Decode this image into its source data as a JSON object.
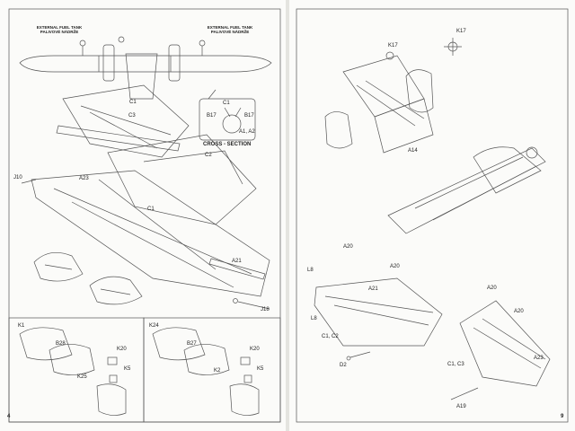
{
  "left_page": {
    "page_number": "4",
    "callout_left": {
      "line1": "EXTERNAL FUEL TANK",
      "line2": "PALIVOVÉ NÁDRŽE"
    },
    "callout_right": {
      "line1": "EXTERNAL FUEL TANK",
      "line2": "PALIVOVÉ NÁDRŽE"
    },
    "cross_section": {
      "title": "CROSS - SECTION",
      "labels": [
        "C1",
        "B17",
        "B17",
        "A1, A2"
      ]
    },
    "part_labels": [
      "C1",
      "C3",
      "C2",
      "C1",
      "J10",
      "A23",
      "A21",
      "J18"
    ],
    "inset_left_labels": [
      "K1",
      "B28",
      "K20",
      "K5",
      "K25"
    ],
    "inset_right_labels": [
      "K24",
      "B27",
      "K20",
      "K2",
      "K5"
    ]
  },
  "right_page": {
    "page_number": "9",
    "part_labels": [
      "K17",
      "K17",
      "A14",
      "A20",
      "L8",
      "A20",
      "A21",
      "L8",
      "C1, C2",
      "D2",
      "A20",
      "A20",
      "C1, C3",
      "A23",
      "A19"
    ]
  }
}
